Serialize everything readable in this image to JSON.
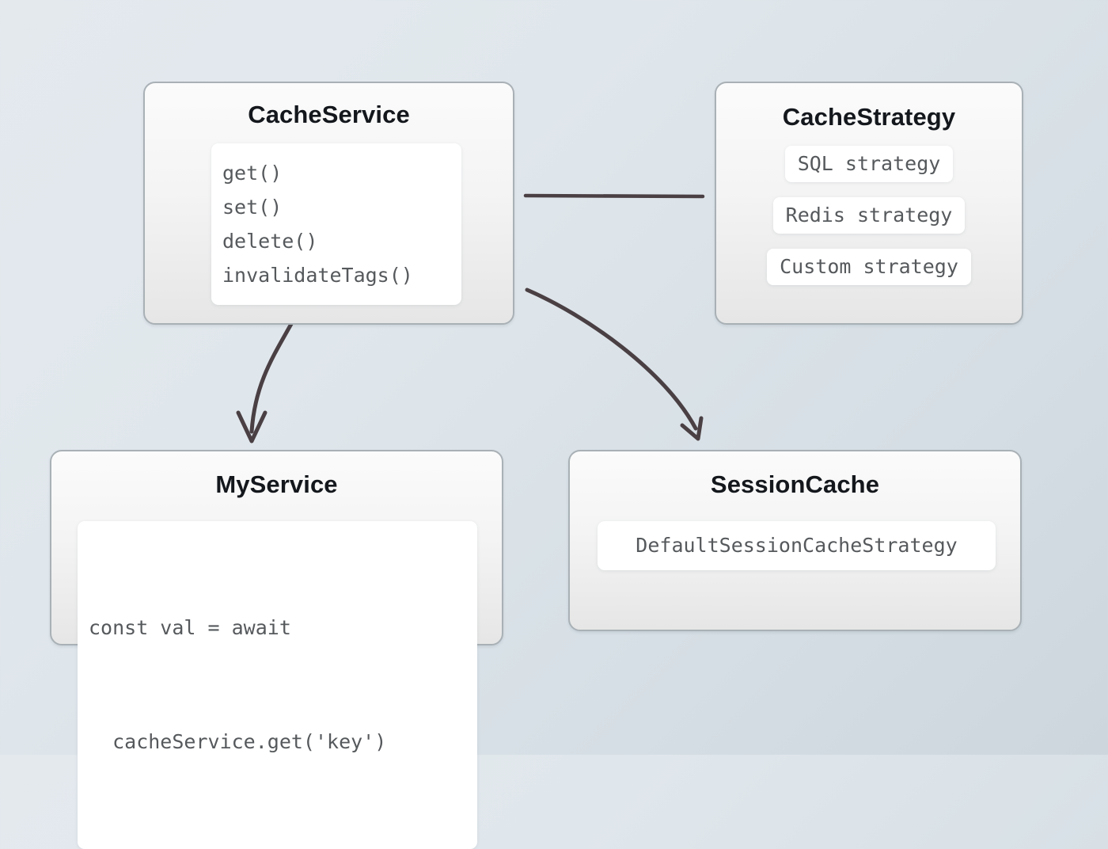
{
  "diagram": {
    "title_semantic": "cache-service-architecture",
    "background": {
      "from": "#e4e9ee",
      "to": "#ccd6dc"
    },
    "colors": {
      "node_border": "#a9b1b6",
      "node_title": "#14181d",
      "code_text": "#56595c",
      "card_bg": "#ffffff",
      "edge": "#4a4044"
    }
  },
  "nodes": {
    "cache_service": {
      "title": "CacheService",
      "methods": [
        "get()",
        "set()",
        "delete()",
        "invalidateTags()"
      ]
    },
    "cache_strategy": {
      "title": "CacheStrategy",
      "items": [
        "SQL strategy",
        "Redis strategy",
        "Custom strategy"
      ]
    },
    "my_service": {
      "title": "MyService",
      "code_line_1": "const val = await",
      "code_line_2": "  cacheService.get('key')"
    },
    "session_cache": {
      "title": "SessionCache",
      "item": "DefaultSessionCacheStrategy"
    }
  },
  "edges": [
    {
      "name": "cacheservice-to-cachestrategy",
      "from": "CacheService",
      "to": "CacheStrategy",
      "style": "line",
      "arrowhead": false
    },
    {
      "name": "cacheservice-to-myservice",
      "from": "CacheService",
      "to": "MyService",
      "style": "curve",
      "arrowhead": true
    },
    {
      "name": "cacheservice-to-sessioncache",
      "from": "CacheService",
      "to": "SessionCache",
      "style": "curve",
      "arrowhead": true
    }
  ]
}
